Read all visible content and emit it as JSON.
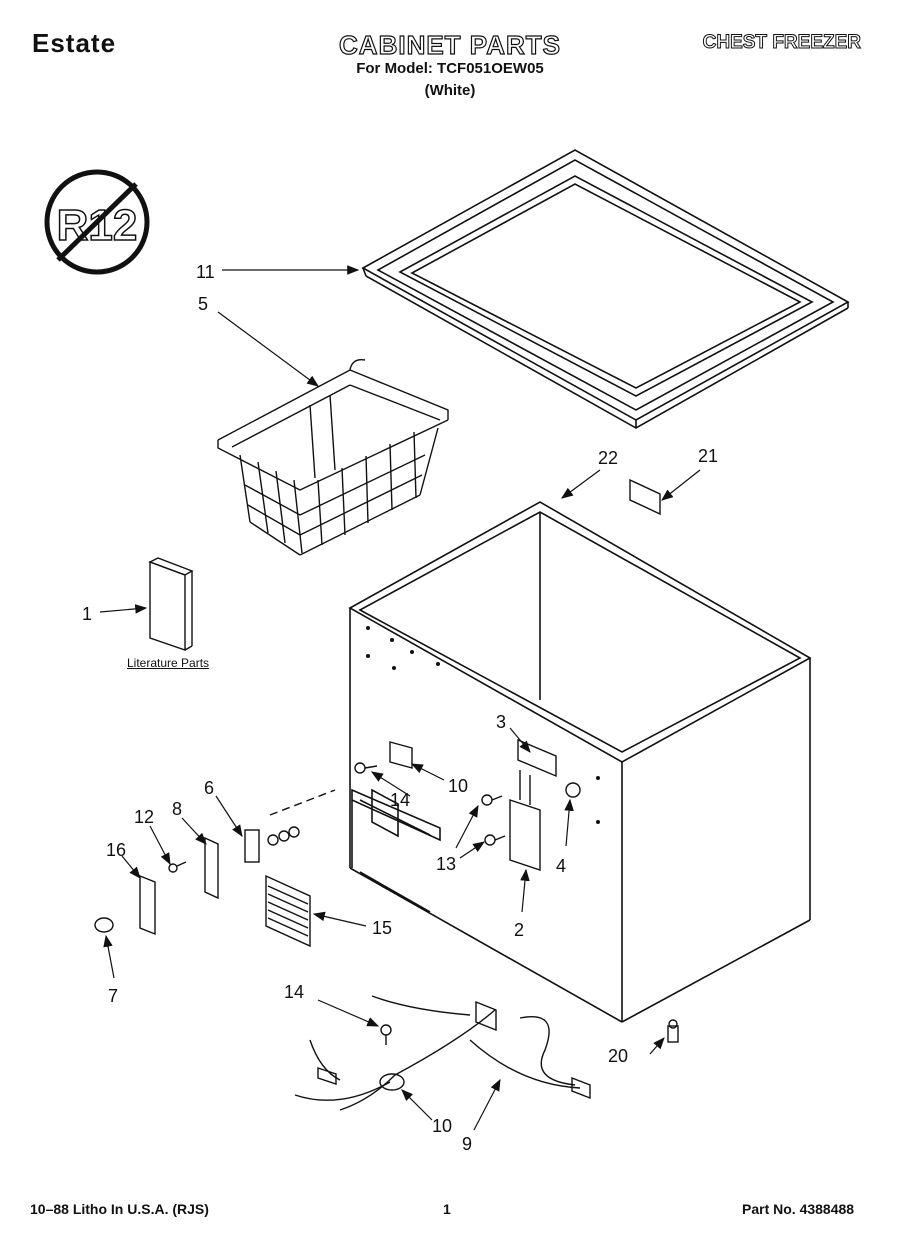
{
  "header": {
    "brand": "Estate",
    "title": "CABINET PARTS",
    "model_line": "For Model: TCF051OEW05",
    "color_line": "(White)",
    "product_type": "CHEST FREEZER"
  },
  "badge": {
    "text": "R12",
    "icon": "no-r12-prohibition-icon"
  },
  "literature_label": "Literature Parts",
  "callouts": {
    "c11": "11",
    "c5": "5",
    "c22": "22",
    "c21": "21",
    "c1": "1",
    "c3": "3",
    "c10a": "10",
    "c14a": "14",
    "c6": "6",
    "c8": "8",
    "c12": "12",
    "c16": "16",
    "c13": "13",
    "c4": "4",
    "c15": "15",
    "c2": "2",
    "c7": "7",
    "c14b": "14",
    "c20": "20",
    "c10b": "10",
    "c9": "9"
  },
  "footer": {
    "left": "10–88 Litho In U.S.A. (RJS)",
    "page": "1",
    "part": "Part No. 4388488"
  }
}
